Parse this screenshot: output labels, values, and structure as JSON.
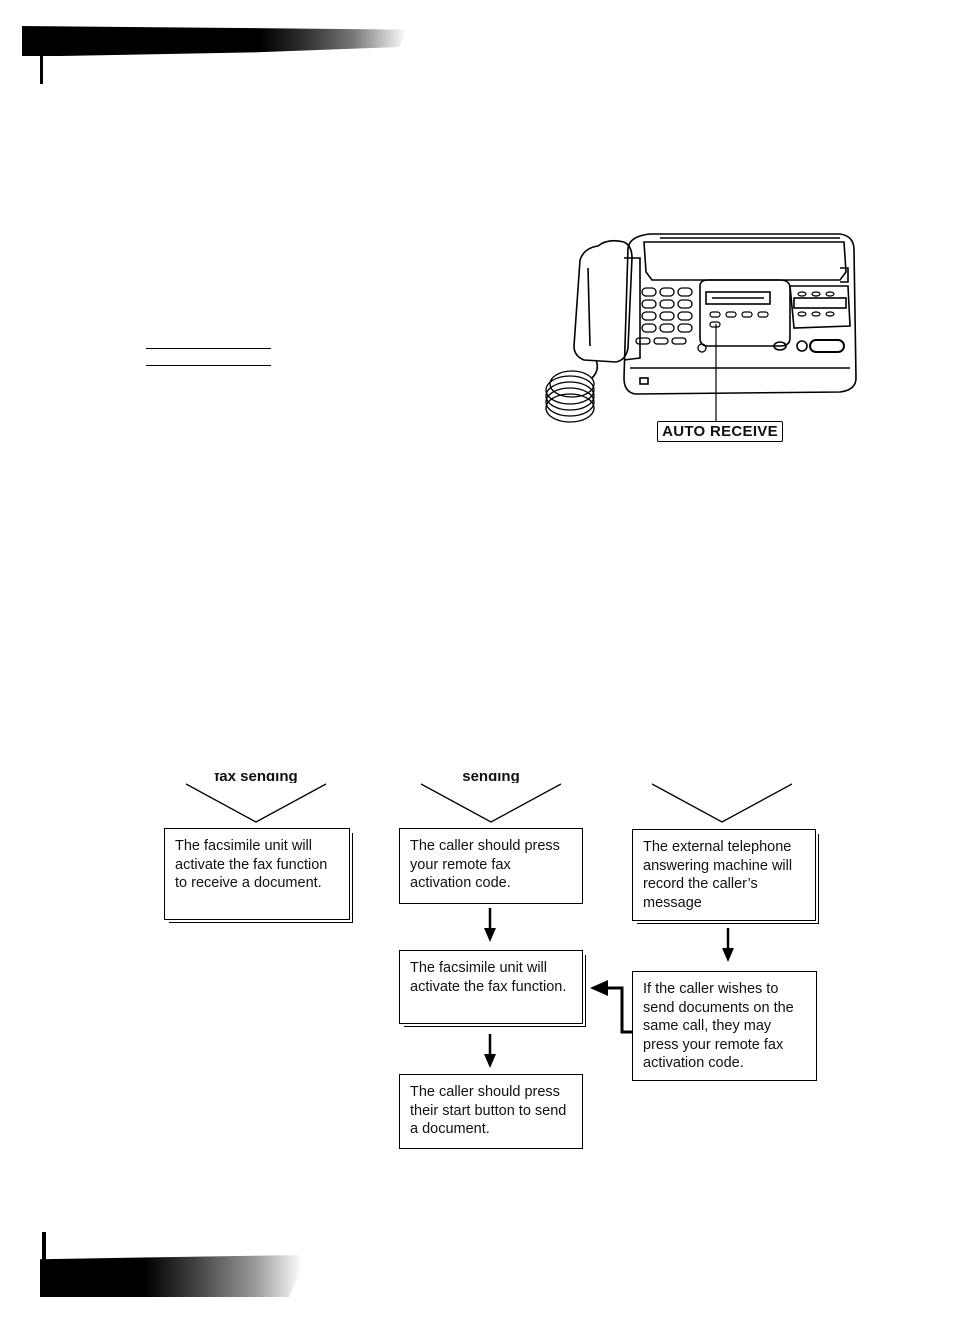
{
  "illustration": {
    "callout_label": "AUTO RECEIVE",
    "callout_icon": "fax-machine-icon"
  },
  "columns": [
    {
      "heading_fragment": "fax sending",
      "first_box": "The facsimile unit will activate the fax function to receive a document."
    },
    {
      "heading_fragment": "sending",
      "first_box": "The caller should press your remote fax activation code."
    },
    {
      "heading_fragment": "",
      "first_box": "The external telephone answering machine will record the caller’s message"
    }
  ],
  "flow": {
    "middle_second": "The facsimile unit will activate the fax function.",
    "middle_third": "The caller should press their start button to send a document.",
    "right_second": "If the caller wishes to send documents on the same call, they may press your remote fax activation code."
  }
}
